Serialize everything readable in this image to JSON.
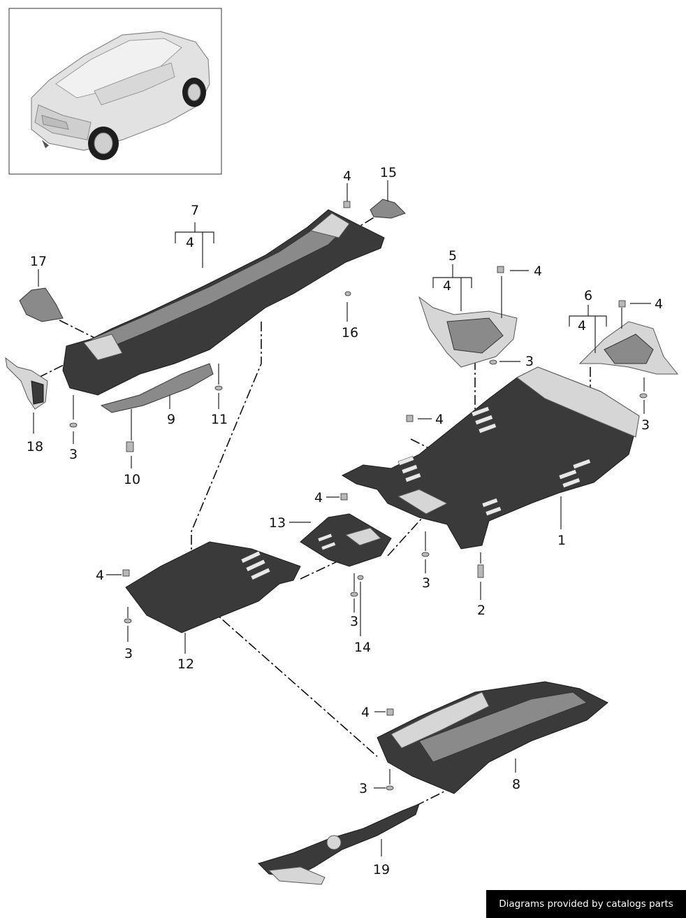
{
  "footer": {
    "text": "Diagrams provided by catalogs parts"
  },
  "callouts": {
    "c1": "1",
    "c2": "2",
    "c3": "3",
    "c4": "4",
    "c5": "5",
    "c6": "6",
    "c7": "7",
    "c8": "8",
    "c9": "9",
    "c10": "10",
    "c11": "11",
    "c12": "12",
    "c13": "13",
    "c14": "14",
    "c15": "15",
    "c16": "16",
    "c17": "17",
    "c18": "18",
    "c19": "19"
  }
}
